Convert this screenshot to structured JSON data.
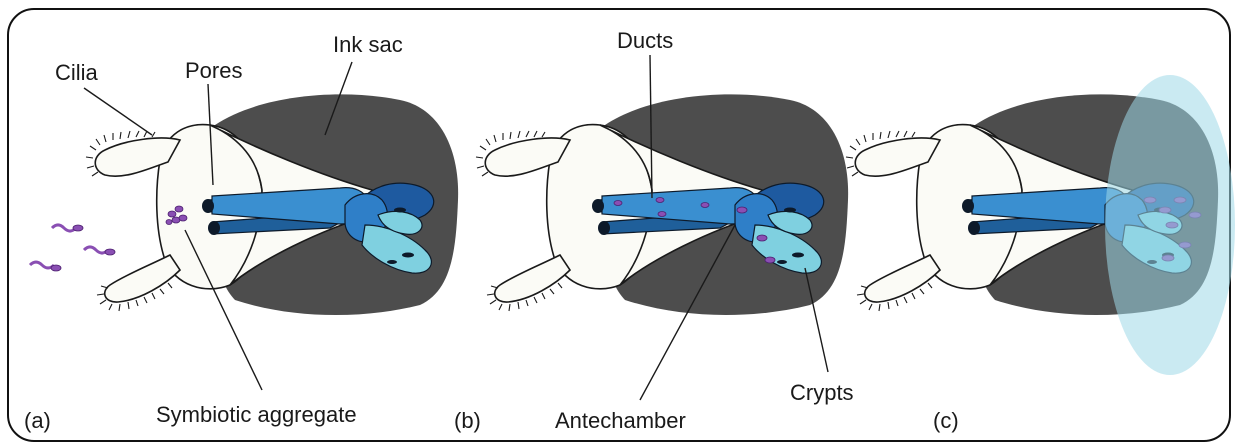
{
  "labels": {
    "cilia": "Cilia",
    "pores": "Pores",
    "ink_sac": "Ink sac",
    "ducts": "Ducts",
    "symbiotic_aggregate": "Symbiotic aggregate",
    "antechamber": "Antechamber",
    "crypts": "Crypts"
  },
  "panels": [
    "(a)",
    "(b)",
    "(c)"
  ],
  "colors": {
    "ink_sac": "#4d4d4d",
    "duct_dark": "#1f5f9a",
    "duct_mid": "#3a8fd0",
    "crypt_light": "#7fd0e0",
    "bacteria": "#8a4fb3",
    "halo": "#9fd8e8"
  }
}
